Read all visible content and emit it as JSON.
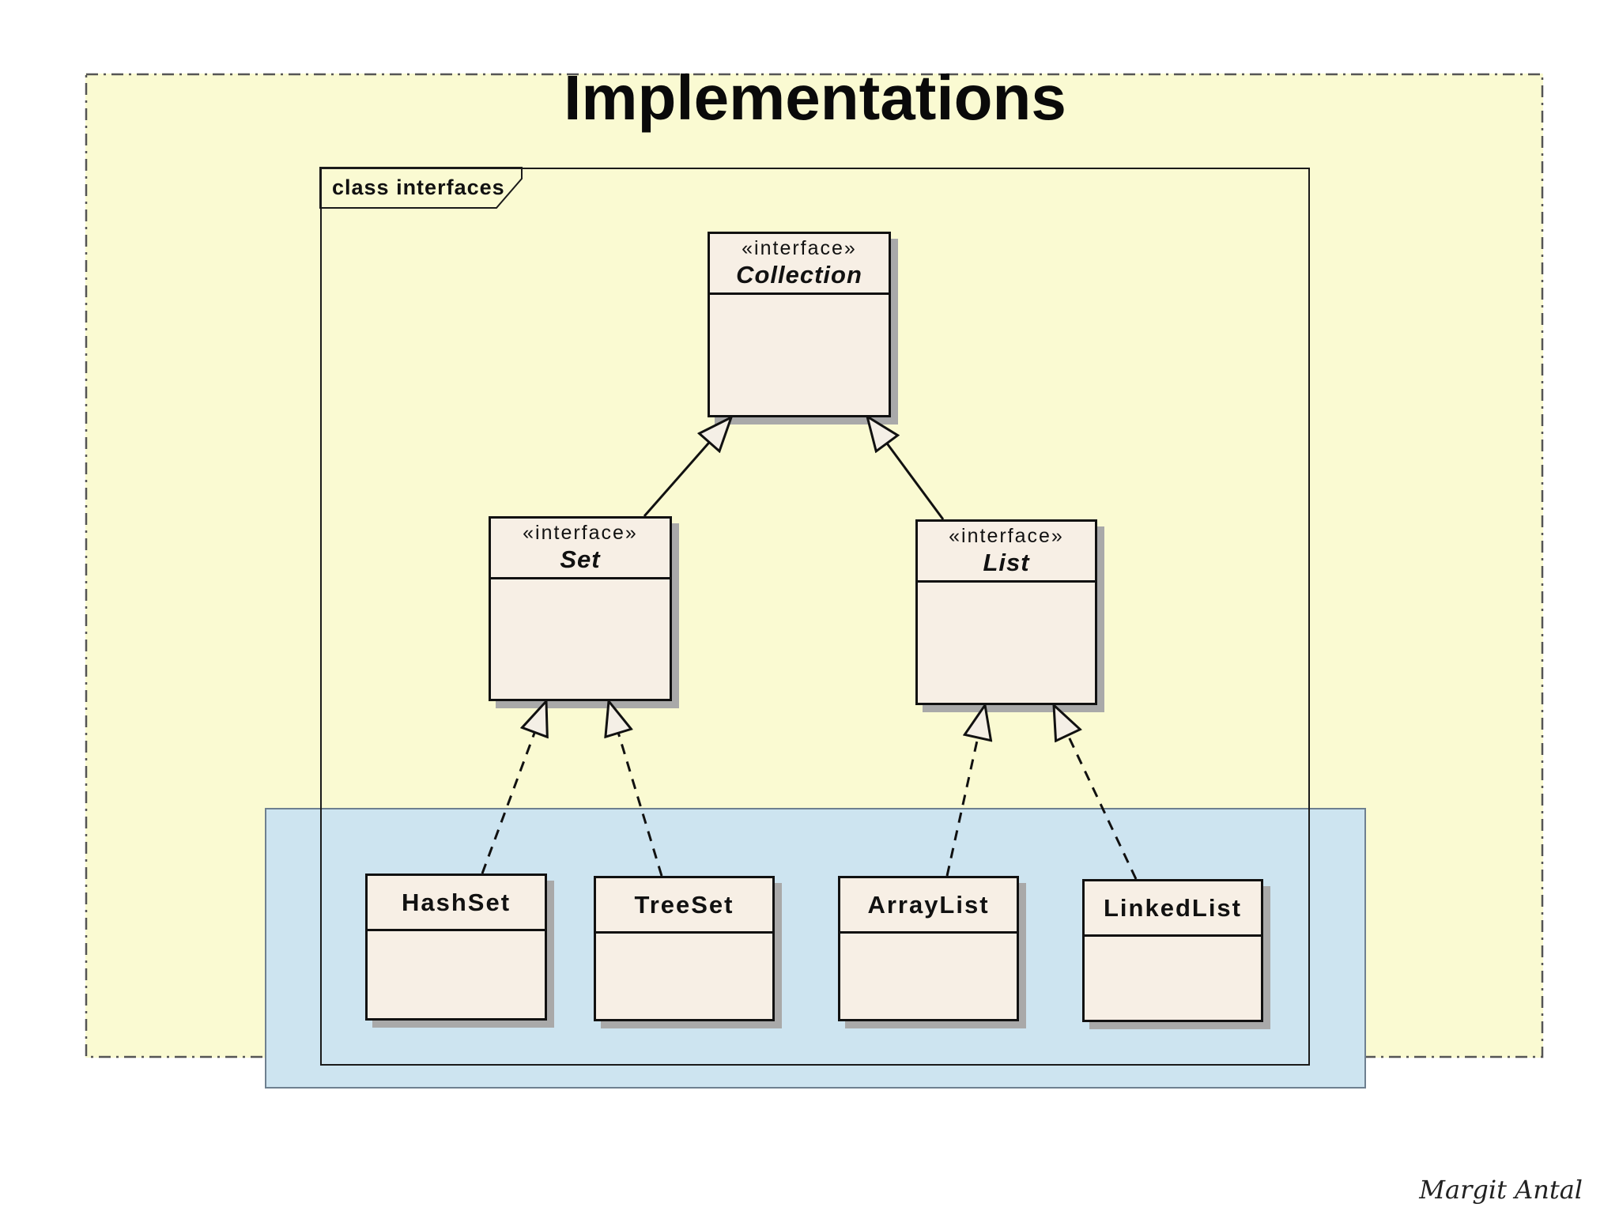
{
  "title": "Implementations",
  "frame": {
    "label": "class interfaces"
  },
  "signature": "Margit Antal",
  "colors": {
    "page_background": "#FFFFFF",
    "diagram_background": "#FAFAD2",
    "implementations_panel": "#CDE4F0",
    "class_fill": "#F7EFE5",
    "class_shadow": "#A9A9A9",
    "line_color": "#111111"
  },
  "classes": {
    "collection": {
      "stereotype": "«interface»",
      "name": "Collection"
    },
    "set": {
      "stereotype": "«interface»",
      "name": "Set"
    },
    "list": {
      "stereotype": "«interface»",
      "name": "List"
    },
    "hashset": {
      "name": "HashSet"
    },
    "treeset": {
      "name": "TreeSet"
    },
    "arraylist": {
      "name": "ArrayList"
    },
    "linkedlist": {
      "name": "LinkedList"
    }
  },
  "relations": [
    {
      "type": "generalization",
      "from": "Set",
      "to": "Collection",
      "line": "solid"
    },
    {
      "type": "generalization",
      "from": "List",
      "to": "Collection",
      "line": "solid"
    },
    {
      "type": "realization",
      "from": "HashSet",
      "to": "Set",
      "line": "dashed"
    },
    {
      "type": "realization",
      "from": "TreeSet",
      "to": "Set",
      "line": "dashed"
    },
    {
      "type": "realization",
      "from": "ArrayList",
      "to": "List",
      "line": "dashed"
    },
    {
      "type": "realization",
      "from": "LinkedList",
      "to": "List",
      "line": "dashed"
    }
  ]
}
